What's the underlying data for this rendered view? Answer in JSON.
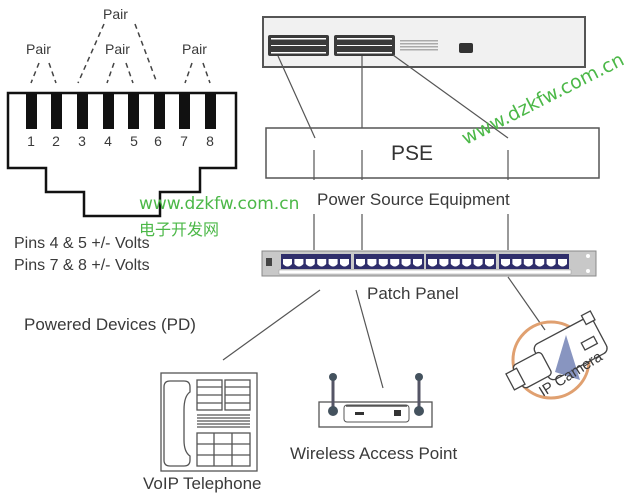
{
  "connector": {
    "pair_labels": [
      "Pair",
      "Pair",
      "Pair",
      "Pair"
    ],
    "pin_numbers": [
      "1",
      "2",
      "3",
      "4",
      "5",
      "6",
      "7",
      "8"
    ]
  },
  "pin_notes": [
    "Pins 4 & 5  +/- Volts",
    "Pins 7 & 8  +/- Volts"
  ],
  "pse": {
    "title": "PSE",
    "caption": "Power Source Equipment"
  },
  "patch_panel": {
    "label": "Patch Panel"
  },
  "powered_devices": {
    "heading": "Powered Devices (PD)",
    "devices": [
      {
        "label": "VoIP Telephone"
      },
      {
        "label": "Wireless Access Point"
      },
      {
        "label": "IP Camera"
      }
    ]
  },
  "watermarks": {
    "diagonal": "www.dzkfw.com.cn",
    "horizontal": "www.dzkfw.com.cn",
    "chinese": "电子开发网",
    "color": "#4cb848"
  },
  "colors": {
    "line": "#555555",
    "panel_blue": "#2e2d6b",
    "camera_ring": "#e0a070"
  }
}
